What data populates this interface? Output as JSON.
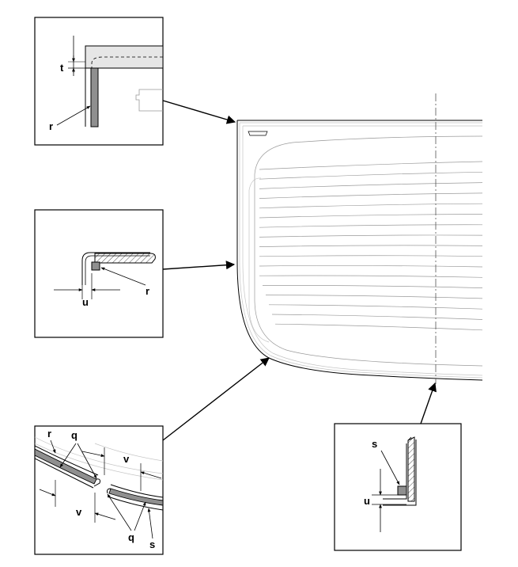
{
  "labels": {
    "t": "t",
    "r": "r",
    "u": "u",
    "q": "q",
    "s": "s",
    "v": "v"
  },
  "colors": {
    "line": "#000000",
    "heating_line": "#9a9a9a",
    "seal_fill": "#8f8f8f",
    "surface_fill": "#e6e6e6"
  }
}
